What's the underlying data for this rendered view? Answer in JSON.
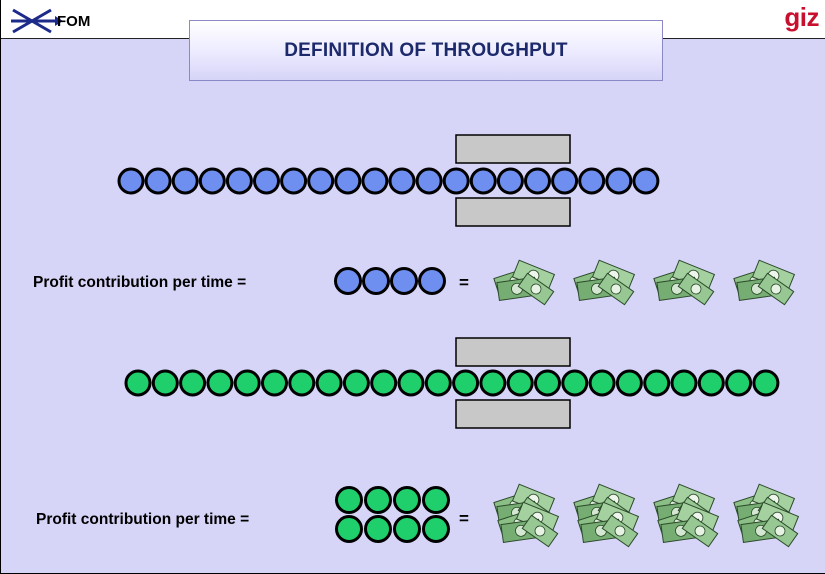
{
  "header": {
    "logo_left": "FOM",
    "logo_right": "giz",
    "title": "DEFINITION OF THROUGHPUT"
  },
  "row1": {
    "label": "Profit contribution per time =",
    "equals": "=",
    "units_per_time": 4,
    "money_piles": 4,
    "line_circle_count": 20,
    "bottleneck_circle_count": 4
  },
  "row2": {
    "label": "Profit contribution per time =",
    "equals": "=",
    "units_per_time": 8,
    "money_piles": 4,
    "line_circle_count": 24,
    "bottleneck_circle_count": 4
  },
  "colors": {
    "background": "#d6d4f7",
    "blue_unit": "#6f8ff0",
    "green_unit": "#1fcf6b",
    "bottleneck": "#c8c8c8",
    "money": "#7fb77e",
    "title_text": "#1c2a6b",
    "giz_red": "#c8102e"
  },
  "icons": {
    "logo": "arrow-crossed-icon",
    "money": "dollar-bills-icon"
  }
}
